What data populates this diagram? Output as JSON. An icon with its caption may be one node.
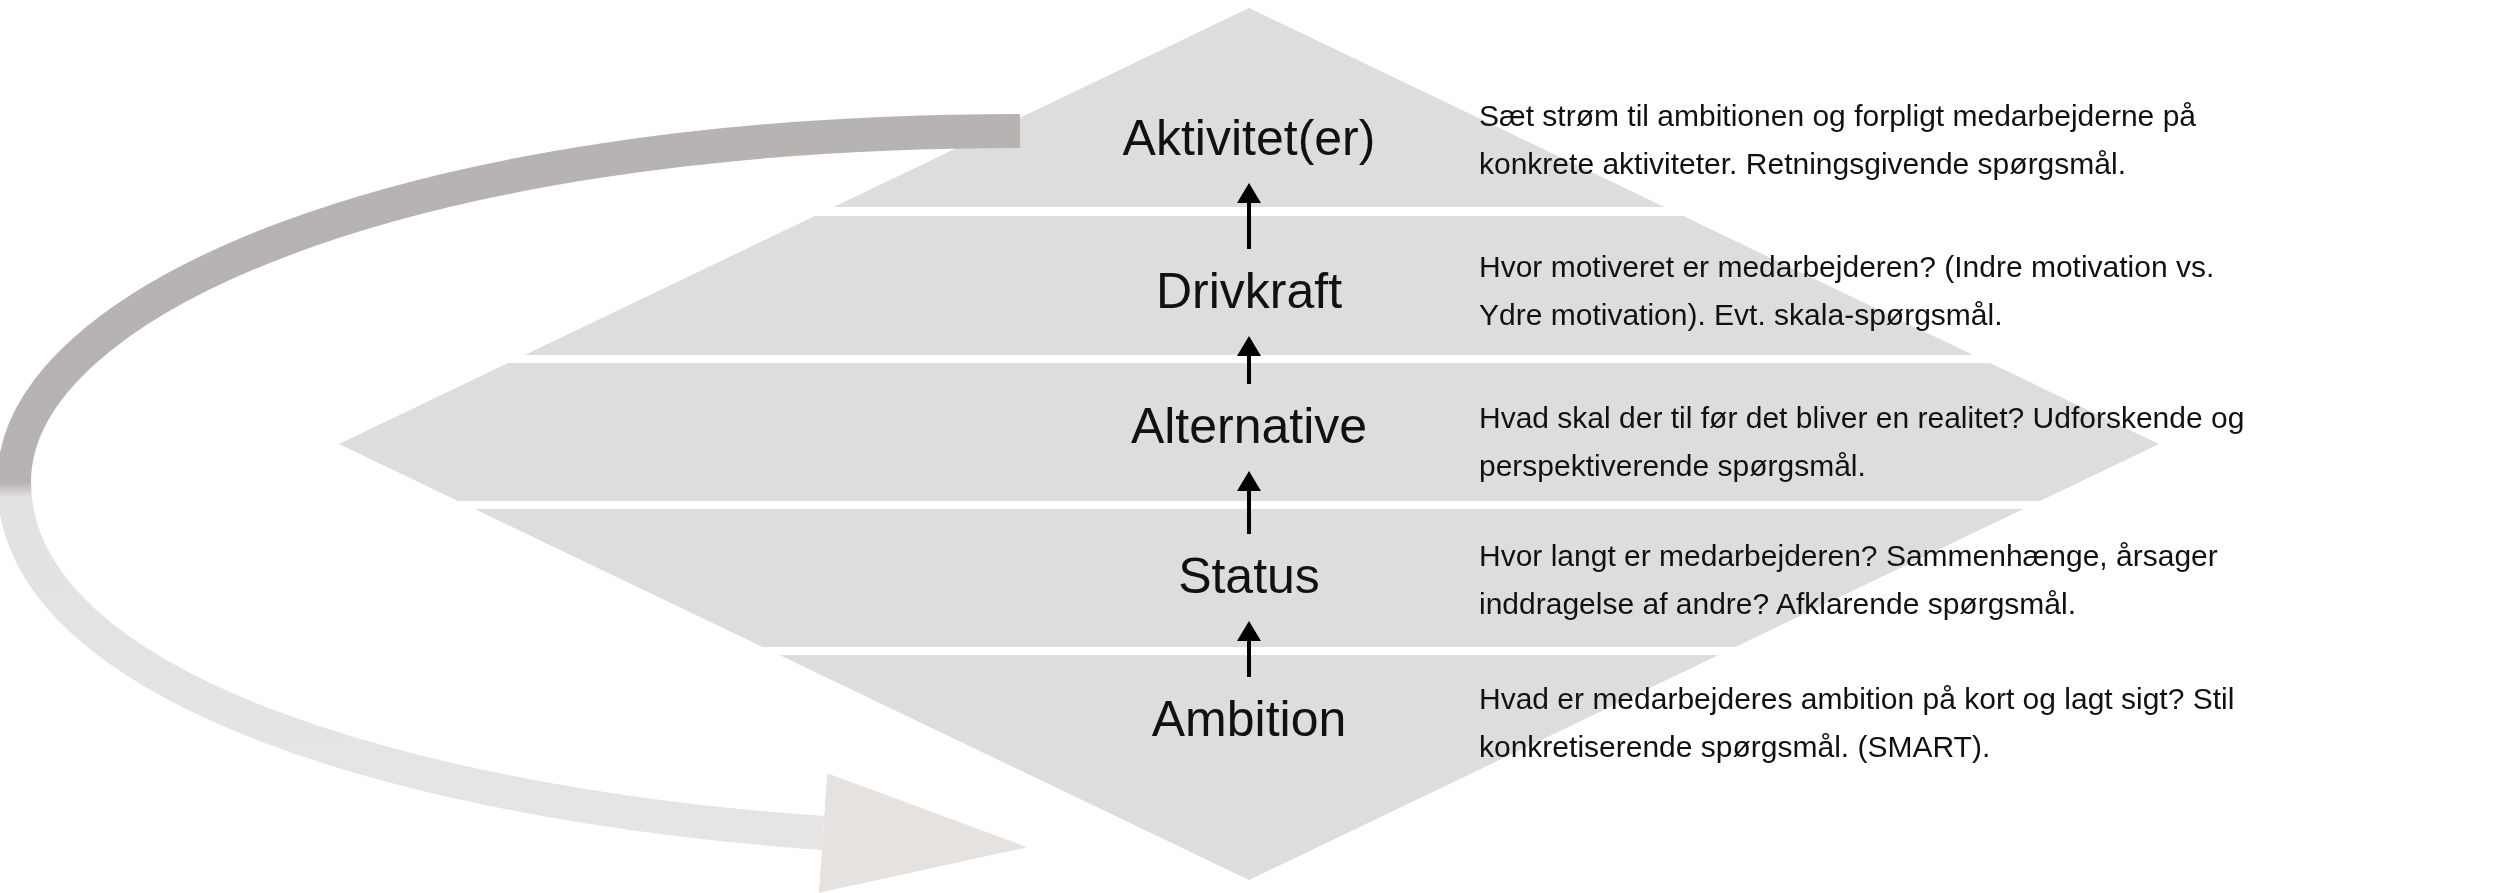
{
  "diagram": {
    "nodes": [
      {
        "text": [
          "Aktivitet(er)",
          "Sæt strøm til ambitionen og forpligt medarbejderne på konkrete aktiviteter. Retningsgivende spørgsmål."
        ]
      },
      {
        "text": [
          "Drivkraft",
          "Hvor motiveret er medarbejderen? (Indre motivation vs. Ydre motivation). Evt. skala-spørgsmål."
        ]
      },
      {
        "text": [
          "Alternative",
          "Hvad skal der til før det bliver en realitet? Udforskende og perspektiverende spørgsmål."
        ]
      },
      {
        "text": [
          "Status",
          "Hvor langt er medarbejderen? Sammenhænge, årsager inddragelse af andre? Afklarende spørgsmål."
        ]
      },
      {
        "text": [
          "Ambition",
          "Hvad er medarbejderes ambition på kort og lagt sigt? Stil konkretiserende spørgsmål. (SMART)."
        ]
      }
    ],
    "edges": [
      {
        "from": 4,
        "to": 3,
        "arrow": "to"
      },
      {
        "from": 3,
        "to": 2,
        "arrow": "to"
      },
      {
        "from": 2,
        "to": 1,
        "arrow": "to"
      },
      {
        "from": 1,
        "to": 0,
        "arrow": "to"
      },
      {
        "from": 0,
        "to": 4,
        "arrow": "to",
        "style": "thick",
        "color": "#b8b3b3"
      }
    ]
  }
}
